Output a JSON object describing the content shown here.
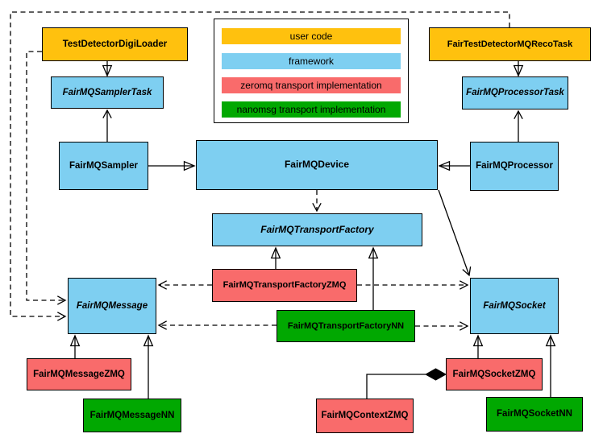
{
  "legend": {
    "items": [
      {
        "label": "user code",
        "color": "#FFC10E"
      },
      {
        "label": "framework",
        "color": "#7ECFF1"
      },
      {
        "label": "zeromq transport implementation",
        "color": "#F96B6B"
      },
      {
        "label": "nanomsg transport implementation",
        "color": "#01A801"
      }
    ]
  },
  "nodes": {
    "test_detector_digi_loader": {
      "label": "TestDetectorDigiLoader",
      "category": "user code",
      "abstract": false
    },
    "fair_test_detector_mq_reco_task": {
      "label": "FairTestDetectorMQRecoTask",
      "category": "user code",
      "abstract": false
    },
    "fairmq_sampler_task": {
      "label": "FairMQSamplerTask",
      "category": "framework",
      "abstract": true
    },
    "fairmq_processor_task": {
      "label": "FairMQProcessorTask",
      "category": "framework",
      "abstract": true
    },
    "fairmq_sampler": {
      "label": "FairMQSampler",
      "category": "framework",
      "abstract": false
    },
    "fairmq_device": {
      "label": "FairMQDevice",
      "category": "framework",
      "abstract": false
    },
    "fairmq_processor": {
      "label": "FairMQProcessor",
      "category": "framework",
      "abstract": false
    },
    "fairmq_transport_factory": {
      "label": "FairMQTransportFactory",
      "category": "framework",
      "abstract": true
    },
    "fairmq_transport_factory_zmq": {
      "label": "FairMQTransportFactoryZMQ",
      "category": "zeromq",
      "abstract": false
    },
    "fairmq_transport_factory_nn": {
      "label": "FairMQTransportFactoryNN",
      "category": "nanomsg",
      "abstract": false
    },
    "fairmq_message": {
      "label": "FairMQMessage",
      "category": "framework",
      "abstract": true
    },
    "fairmq_socket": {
      "label": "FairMQSocket",
      "category": "framework",
      "abstract": true
    },
    "fairmq_message_zmq": {
      "label": "FairMQMessageZMQ",
      "category": "zeromq",
      "abstract": false
    },
    "fairmq_message_nn": {
      "label": "FairMQMessageNN",
      "category": "nanomsg",
      "abstract": false
    },
    "fairmq_socket_zmq": {
      "label": "FairMQSocketZMQ",
      "category": "zeromq",
      "abstract": false
    },
    "fairmq_socket_nn": {
      "label": "FairMQSocketNN",
      "category": "nanomsg",
      "abstract": false
    },
    "fairmq_context_zmq": {
      "label": "FairMQContextZMQ",
      "category": "zeromq",
      "abstract": false
    }
  },
  "relations": [
    {
      "from": "TestDetectorDigiLoader",
      "to": "FairMQSamplerTask",
      "type": "inheritance"
    },
    {
      "from": "FairTestDetectorMQRecoTask",
      "to": "FairMQProcessorTask",
      "type": "inheritance"
    },
    {
      "from": "FairMQSampler",
      "to": "FairMQSamplerTask",
      "type": "association"
    },
    {
      "from": "FairMQProcessor",
      "to": "FairMQProcessorTask",
      "type": "association"
    },
    {
      "from": "FairMQSampler",
      "to": "FairMQDevice",
      "type": "inheritance"
    },
    {
      "from": "FairMQProcessor",
      "to": "FairMQDevice",
      "type": "inheritance"
    },
    {
      "from": "FairMQDevice",
      "to": "FairMQTransportFactory",
      "type": "dependency"
    },
    {
      "from": "FairMQDevice",
      "to": "FairMQSocket",
      "type": "association"
    },
    {
      "from": "FairMQTransportFactoryZMQ",
      "to": "FairMQTransportFactory",
      "type": "inheritance"
    },
    {
      "from": "FairMQTransportFactoryNN",
      "to": "FairMQTransportFactory",
      "type": "inheritance"
    },
    {
      "from": "FairMQTransportFactoryZMQ",
      "to": "FairMQMessage",
      "type": "dependency"
    },
    {
      "from": "FairMQTransportFactoryZMQ",
      "to": "FairMQSocket",
      "type": "dependency"
    },
    {
      "from": "FairMQTransportFactoryNN",
      "to": "FairMQMessage",
      "type": "dependency"
    },
    {
      "from": "FairMQTransportFactoryNN",
      "to": "FairMQSocket",
      "type": "dependency"
    },
    {
      "from": "TestDetectorDigiLoader",
      "to": "FairMQMessage",
      "type": "dependency"
    },
    {
      "from": "FairTestDetectorMQRecoTask",
      "to": "FairMQMessage",
      "type": "dependency"
    },
    {
      "from": "FairMQMessageZMQ",
      "to": "FairMQMessage",
      "type": "inheritance"
    },
    {
      "from": "FairMQMessageNN",
      "to": "FairMQMessage",
      "type": "inheritance"
    },
    {
      "from": "FairMQSocketZMQ",
      "to": "FairMQSocket",
      "type": "inheritance"
    },
    {
      "from": "FairMQSocketNN",
      "to": "FairMQSocket",
      "type": "inheritance"
    },
    {
      "from": "FairMQSocketZMQ",
      "to": "FairMQContextZMQ",
      "type": "composition"
    }
  ]
}
